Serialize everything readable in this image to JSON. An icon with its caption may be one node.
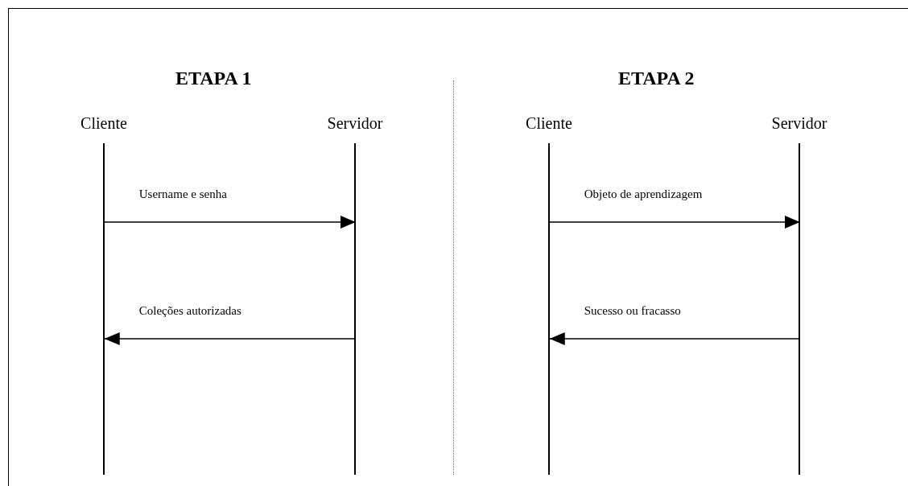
{
  "diagram": {
    "nodes": [
      {
        "text": [
          "Cliente"
        ]
      },
      {
        "text": [
          "Servidor"
        ]
      },
      {
        "text": [
          "Cliente"
        ]
      },
      {
        "text": [
          "Servidor"
        ]
      }
    ],
    "edges": [
      {
        "from": 0,
        "to": 1,
        "arrow": "to",
        "label": "Username e senha"
      },
      {
        "from": 1,
        "to": 0,
        "arrow": "to",
        "label": "Coleções autorizadas"
      },
      {
        "from": 2,
        "to": 3,
        "arrow": "to",
        "label": "Objeto de aprendizagem"
      },
      {
        "from": 3,
        "to": 2,
        "arrow": "to",
        "label": "Sucesso ou fracasso"
      }
    ],
    "labels": [
      "ETAPA 1",
      "ETAPA 2"
    ]
  }
}
